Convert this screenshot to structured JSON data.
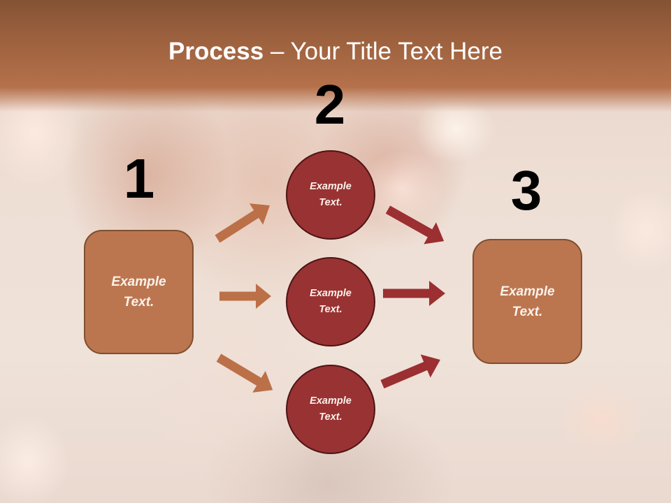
{
  "slide": {
    "title": {
      "bold": "Process",
      "rest": " – Your Title Text Here"
    },
    "steps": [
      {
        "number": "1",
        "label_line1": "Example",
        "label_line2": "Text."
      },
      {
        "number": "2"
      },
      {
        "number": "3",
        "label_line1": "Example",
        "label_line2": "Text."
      }
    ],
    "circles": [
      {
        "label_line1": "Example",
        "label_line2": "Text."
      },
      {
        "label_line1": "Example",
        "label_line2": "Text."
      },
      {
        "label_line1": "Example",
        "label_line2": "Text."
      }
    ],
    "colors": {
      "band_top": "#835334",
      "band_bottom": "#b5714b",
      "box_fill": "#bb7650",
      "box_border": "#7f4f30",
      "circle_fill": "#993233",
      "circle_border": "#4e1414",
      "arrow_orange": "#bb7048",
      "arrow_red": "#9b2f31",
      "number_color": "#000000",
      "title_color": "#ffffff"
    },
    "arrows": [
      {
        "name": "arrow-box1-to-circle1",
        "color": "orange",
        "direction": "up-right"
      },
      {
        "name": "arrow-box1-to-circle2",
        "color": "orange",
        "direction": "right"
      },
      {
        "name": "arrow-box1-to-circle3",
        "color": "orange",
        "direction": "down-right"
      },
      {
        "name": "arrow-circle1-to-box3",
        "color": "red",
        "direction": "down-right"
      },
      {
        "name": "arrow-circle2-to-box3",
        "color": "red",
        "direction": "right"
      },
      {
        "name": "arrow-circle3-to-box3",
        "color": "red",
        "direction": "up-right"
      }
    ]
  }
}
